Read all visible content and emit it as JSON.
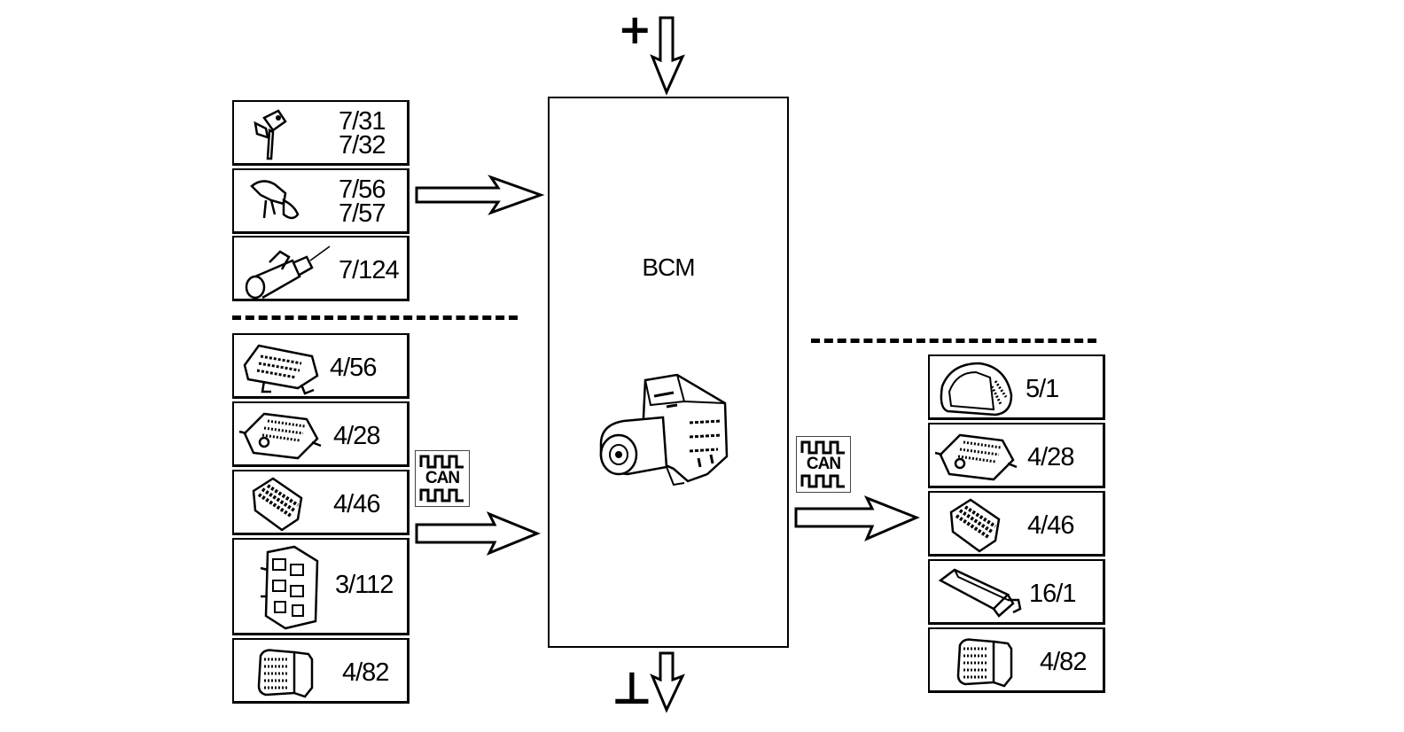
{
  "central": {
    "label": "BCM"
  },
  "power": {
    "plus": "+",
    "ground": "⊥"
  },
  "can_badge": {
    "text": "CAN"
  },
  "left_inputs": [
    {
      "lines": [
        "7/31",
        "7/32"
      ],
      "icon": "sensor-icon"
    },
    {
      "lines": [
        "7/56",
        "7/57"
      ],
      "icon": "switch-icon"
    },
    {
      "lines": [
        "7/124"
      ],
      "icon": "actuator-icon"
    }
  ],
  "left_can_inputs": [
    {
      "lines": [
        "4/56"
      ],
      "icon": "control-unit-icon"
    },
    {
      "lines": [
        "4/28"
      ],
      "icon": "control-unit-icon"
    },
    {
      "lines": [
        "4/46"
      ],
      "icon": "module-icon"
    },
    {
      "lines": [
        "3/112"
      ],
      "icon": "relay-module-icon"
    },
    {
      "lines": [
        "4/82"
      ],
      "icon": "connector-module-icon"
    }
  ],
  "right_outputs": [
    {
      "lines": [
        "5/1"
      ],
      "icon": "instrument-cluster-icon"
    },
    {
      "lines": [
        "4/28"
      ],
      "icon": "control-unit-icon"
    },
    {
      "lines": [
        "4/46"
      ],
      "icon": "module-icon"
    },
    {
      "lines": [
        "16/1"
      ],
      "icon": "diagnostic-connector-icon"
    },
    {
      "lines": [
        "4/82"
      ],
      "icon": "connector-module-icon"
    }
  ]
}
